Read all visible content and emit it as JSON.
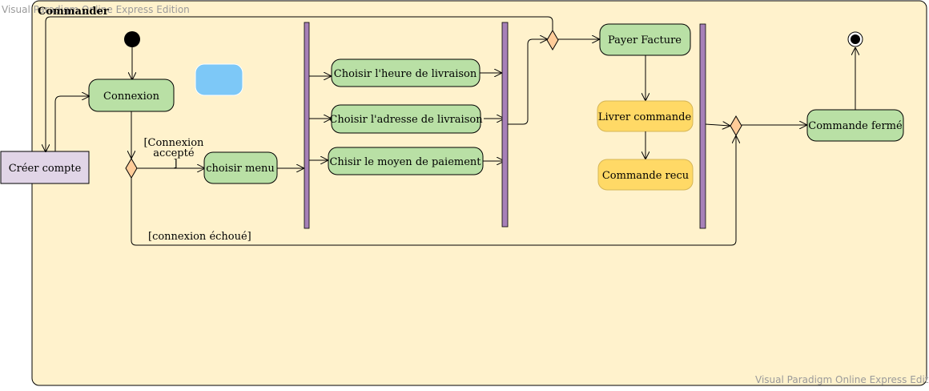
{
  "watermark": {
    "top": "Visual Paradigm Online Express Edition",
    "bottom": "Visual Paradigm Online Express Edition"
  },
  "partition": {
    "title": "Commander"
  },
  "nodes": {
    "connexion": "Connexion",
    "creer_compte": "Créer compte",
    "choisir_menu": "choisir menu",
    "heure": "Choisir l'heure de livraison",
    "adresse": "Choisir l'adresse de livraison",
    "paiement": "Chisir le moyen de paiement",
    "payer": "Payer Facture",
    "livrer": "Livrer commande",
    "recu": "Commande recu",
    "ferme": "Commande fermé"
  },
  "guards": {
    "accepte": [
      "[Connexion",
      "accepté",
      "]"
    ],
    "echoue": "[connexion échoué]"
  },
  "colors": {
    "partition_fill": "#fff2cc",
    "action_fill": "#b9e0a5",
    "action_stroke": "#000000",
    "highlight_fill": "#ffd966",
    "highlight_stroke": "#d6b656",
    "fork_bar": "#a680b8",
    "decision_fill": "#ffcc99",
    "note_fill": "#e1d5e7",
    "blue_shape": "#7dc8f7"
  }
}
